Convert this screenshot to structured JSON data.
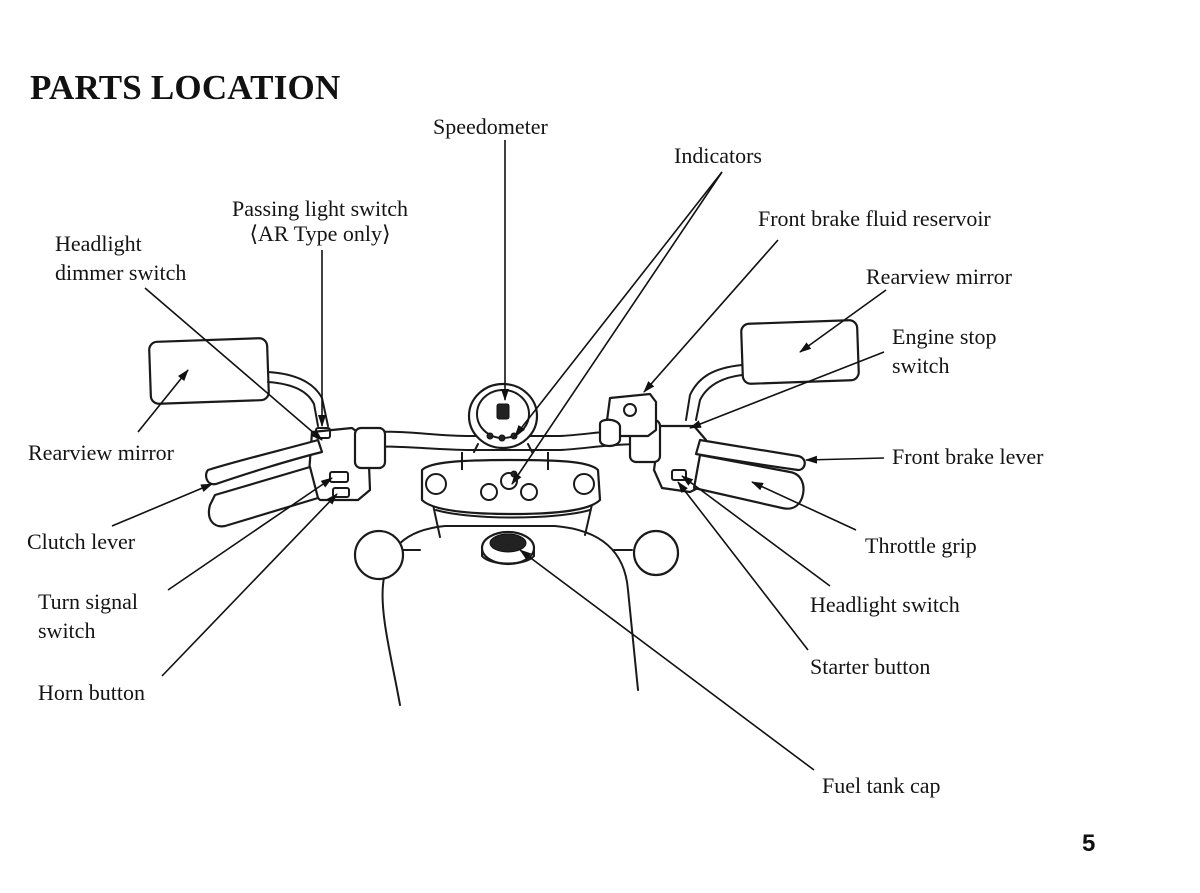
{
  "title": "PARTS LOCATION",
  "page_number": "5",
  "labels": {
    "speedometer": "Speedometer",
    "indicators": "Indicators",
    "passing_light_switch": [
      "Passing light switch",
      "⟨AR Type only⟩"
    ],
    "headlight_dimmer_switch": [
      "Headlight",
      "dimmer switch"
    ],
    "front_brake_fluid_reservoir": "Front brake fluid reservoir",
    "rearview_mirror_right": "Rearview mirror",
    "engine_stop_switch": [
      "Engine stop",
      "switch"
    ],
    "rearview_mirror_left": "Rearview mirror",
    "front_brake_lever": "Front brake lever",
    "clutch_lever": "Clutch lever",
    "throttle_grip": "Throttle grip",
    "turn_signal_switch": [
      "Turn signal",
      "switch"
    ],
    "headlight_switch": "Headlight switch",
    "starter_button": "Starter button",
    "horn_button": "Horn button",
    "fuel_tank_cap": "Fuel tank cap"
  }
}
